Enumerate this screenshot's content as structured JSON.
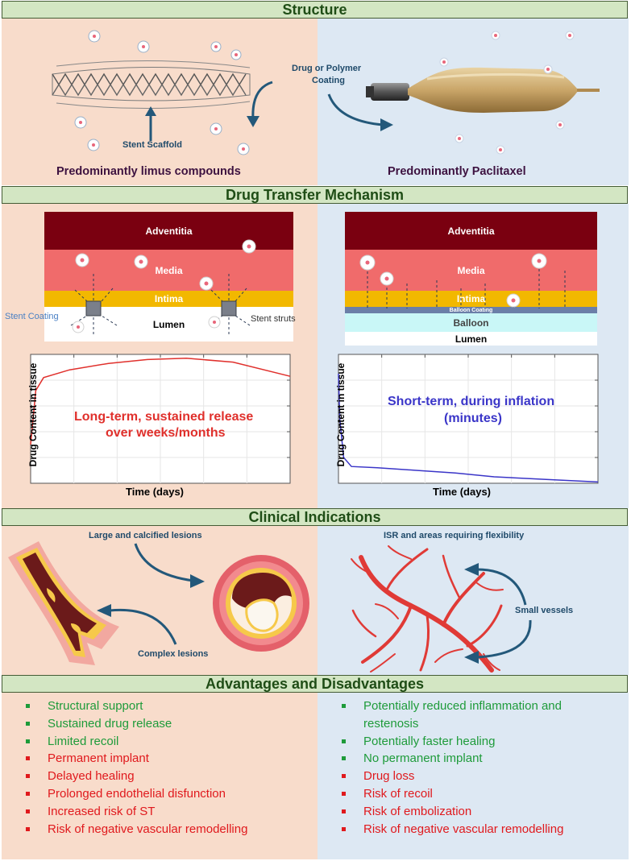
{
  "sections": {
    "structure": "Structure",
    "mechanism": "Drug Transfer Mechanism",
    "clinical": "Clinical Indications",
    "advantages": "Advantages and Disadvantages"
  },
  "structure": {
    "coating_label_1": "Drug or Polymer",
    "coating_label_2": "Coating",
    "scaffold_label": "Stent Scaffold",
    "left_caption": "Predominantly limus compounds",
    "right_caption": "Predominantly Paclitaxel"
  },
  "mechanism": {
    "left_layers": {
      "adventitia": "Adventitia",
      "media": "Media",
      "intima": "Intima",
      "lumen": "Lumen"
    },
    "left_coating": "Stent Coating",
    "left_struts": "Stent struts",
    "right_layers": {
      "adventitia": "Adventitia",
      "media": "Media",
      "intima": "Intima",
      "balloon_coating": "Balloon Coating",
      "balloon": "Balloon",
      "lumen": "Lumen"
    },
    "colors": {
      "adventitia": "#7a0010",
      "media": "#f06b6b",
      "intima": "#f2b800",
      "balloon_coating": "#6b7fa8",
      "balloon": "#c9f7f7",
      "lumen": "#ffffff"
    }
  },
  "chart_data": [
    {
      "type": "line",
      "xlabel": "Time (days)",
      "ylabel": "Drug Content in tissue",
      "annotation": "Long-term, sustained release over weeks/months",
      "annotation_lines": [
        "Long-term, sustained release",
        "over weeks/months"
      ],
      "color": "#e0302c",
      "x": [
        0,
        0.02,
        0.05,
        0.15,
        0.3,
        0.45,
        0.6,
        0.78,
        1.0
      ],
      "y": [
        0.3,
        0.72,
        0.82,
        0.88,
        0.93,
        0.96,
        0.97,
        0.94,
        0.83
      ],
      "ylim": [
        0,
        1
      ],
      "grid": true
    },
    {
      "type": "line",
      "xlabel": "Time (days)",
      "ylabel": "Drug Content in tissue",
      "annotation": "Short-term, during inflation (minutes)",
      "annotation_lines": [
        "Short-term, during inflation",
        "(minutes)"
      ],
      "color": "#3a35c8",
      "x": [
        0,
        0.005,
        0.02,
        0.05,
        0.15,
        0.3,
        0.45,
        0.6,
        0.8,
        1.0
      ],
      "y": [
        0.85,
        0.5,
        0.2,
        0.13,
        0.12,
        0.1,
        0.08,
        0.05,
        0.03,
        0.01
      ],
      "ylim": [
        0,
        1
      ],
      "grid": true
    }
  ],
  "clinical": {
    "left_top": "Large and calcified lesions",
    "left_bottom": "Complex lesions",
    "right_top": "ISR and areas requiring flexibility",
    "right_mid": "Small vessels"
  },
  "advantages": {
    "left": [
      {
        "text": "Structural support",
        "type": "advantage"
      },
      {
        "text": "Sustained drug release",
        "type": "advantage"
      },
      {
        "text": "Limited recoil",
        "type": "advantage"
      },
      {
        "text": "Permanent implant",
        "type": "disadvantage"
      },
      {
        "text": "Delayed healing",
        "type": "disadvantage"
      },
      {
        "text": "Prolonged endothelial  disfunction",
        "type": "disadvantage"
      },
      {
        "text": "Increased risk of ST",
        "type": "disadvantage"
      },
      {
        "text": "Risk of negative vascular remodelling",
        "type": "disadvantage"
      }
    ],
    "right": [
      {
        "text": "Potentially reduced inflammation and restenosis",
        "type": "advantage"
      },
      {
        "text": "Potentially faster healing",
        "type": "advantage"
      },
      {
        "text": "No permanent implant",
        "type": "advantage"
      },
      {
        "text": "Drug loss",
        "type": "disadvantage"
      },
      {
        "text": "Risk of recoil",
        "type": "disadvantage"
      },
      {
        "text": "Risk of embolization",
        "type": "disadvantage"
      },
      {
        "text": "Risk of negative vascular remodelling",
        "type": "disadvantage"
      }
    ],
    "colors": {
      "advantage": "#1e9b3a",
      "disadvantage": "#e0191d"
    }
  }
}
